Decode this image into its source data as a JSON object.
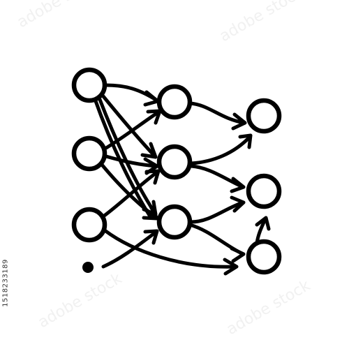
{
  "image_id_text": "1518233189",
  "watermark_text": "adobe stock",
  "colors": {
    "stroke": "#000000",
    "background": "#ffffff"
  },
  "diagram": {
    "nodes": [
      "input-1",
      "input-2",
      "input-3",
      "hidden-1",
      "hidden-2",
      "hidden-3",
      "output-1",
      "output-2",
      "output-3"
    ],
    "edges": [
      [
        "input-1",
        "hidden-1"
      ],
      [
        "input-1",
        "hidden-2"
      ],
      [
        "input-1",
        "hidden-3"
      ],
      [
        "input-2",
        "hidden-1"
      ],
      [
        "input-2",
        "hidden-2"
      ],
      [
        "input-2",
        "hidden-3"
      ],
      [
        "input-3",
        "hidden-2"
      ],
      [
        "input-3",
        "output-3"
      ],
      [
        "hidden-1",
        "output-1"
      ],
      [
        "hidden-2",
        "output-1"
      ],
      [
        "hidden-2",
        "output-2"
      ],
      [
        "hidden-3",
        "output-2"
      ],
      [
        "hidden-3",
        "output-3"
      ]
    ]
  }
}
